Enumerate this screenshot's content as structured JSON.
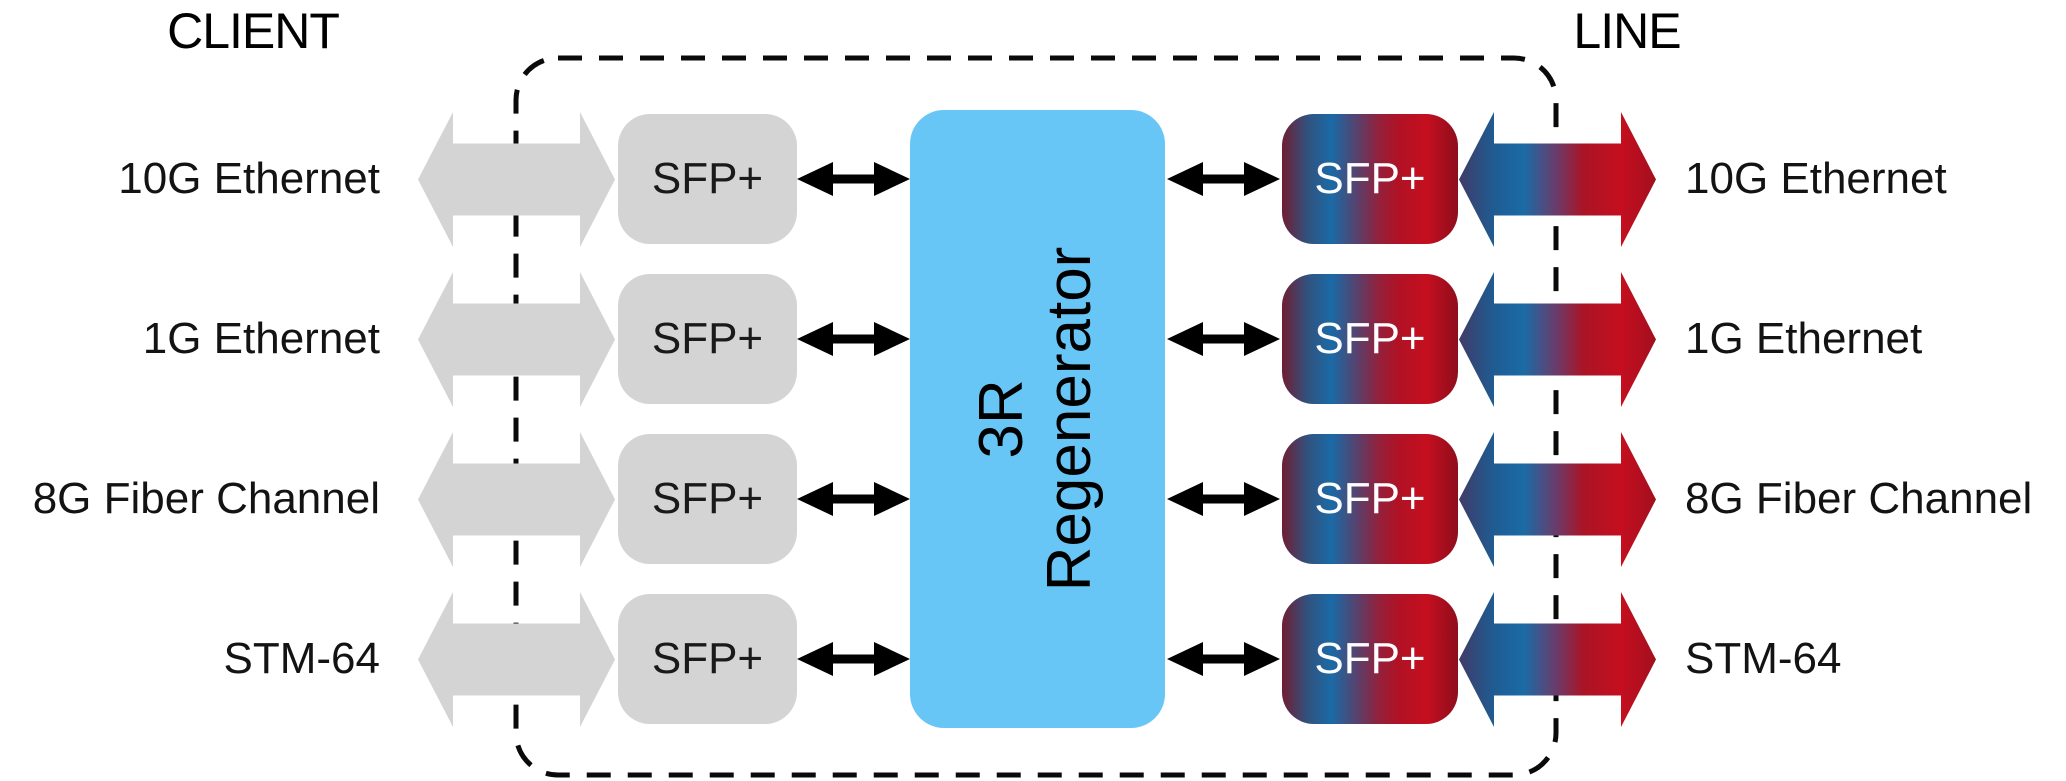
{
  "titles": {
    "client": "CLIENT",
    "line": "LINE"
  },
  "regenerator": {
    "label": "3R\nRegenerator"
  },
  "rows": [
    {
      "left_label": "10G Ethernet",
      "client_sfp": "SFP+",
      "line_sfp": "SFP+",
      "right_label": "10G Ethernet"
    },
    {
      "left_label": "1G Ethernet",
      "client_sfp": "SFP+",
      "line_sfp": "SFP+",
      "right_label": "1G Ethernet"
    },
    {
      "left_label": "8G Fiber Channel",
      "client_sfp": "SFP+",
      "line_sfp": "SFP+",
      "right_label": "8G Fiber Channel"
    },
    {
      "left_label": "STM-64",
      "client_sfp": "SFP+",
      "line_sfp": "SFP+",
      "right_label": "STM-64"
    }
  ],
  "colors": {
    "blue-box": "#68c6f6",
    "gray": "#d4d4d4",
    "ink": "#000000",
    "label": "#131313",
    "sfp-dark": "#1a1a1a",
    "grad-a1": "#3f3c67",
    "grad-a2": "#1f5c93",
    "grad-a3": "#1a6ba6",
    "grad-a4": "#6d3a68",
    "grad-a5": "#aa1426",
    "grad-a6": "#c50f1f",
    "grad-a7": "#a30f1f",
    "grad-b1": "#701c31",
    "grad-b2": "#33517d",
    "grad-b3": "#1a6aa6",
    "grad-b4": "#55436f",
    "grad-b5": "#93213c",
    "grad-b6": "#b01225",
    "grad-b7": "#c50f1f",
    "grad-b8": "#8e0e1c"
  }
}
